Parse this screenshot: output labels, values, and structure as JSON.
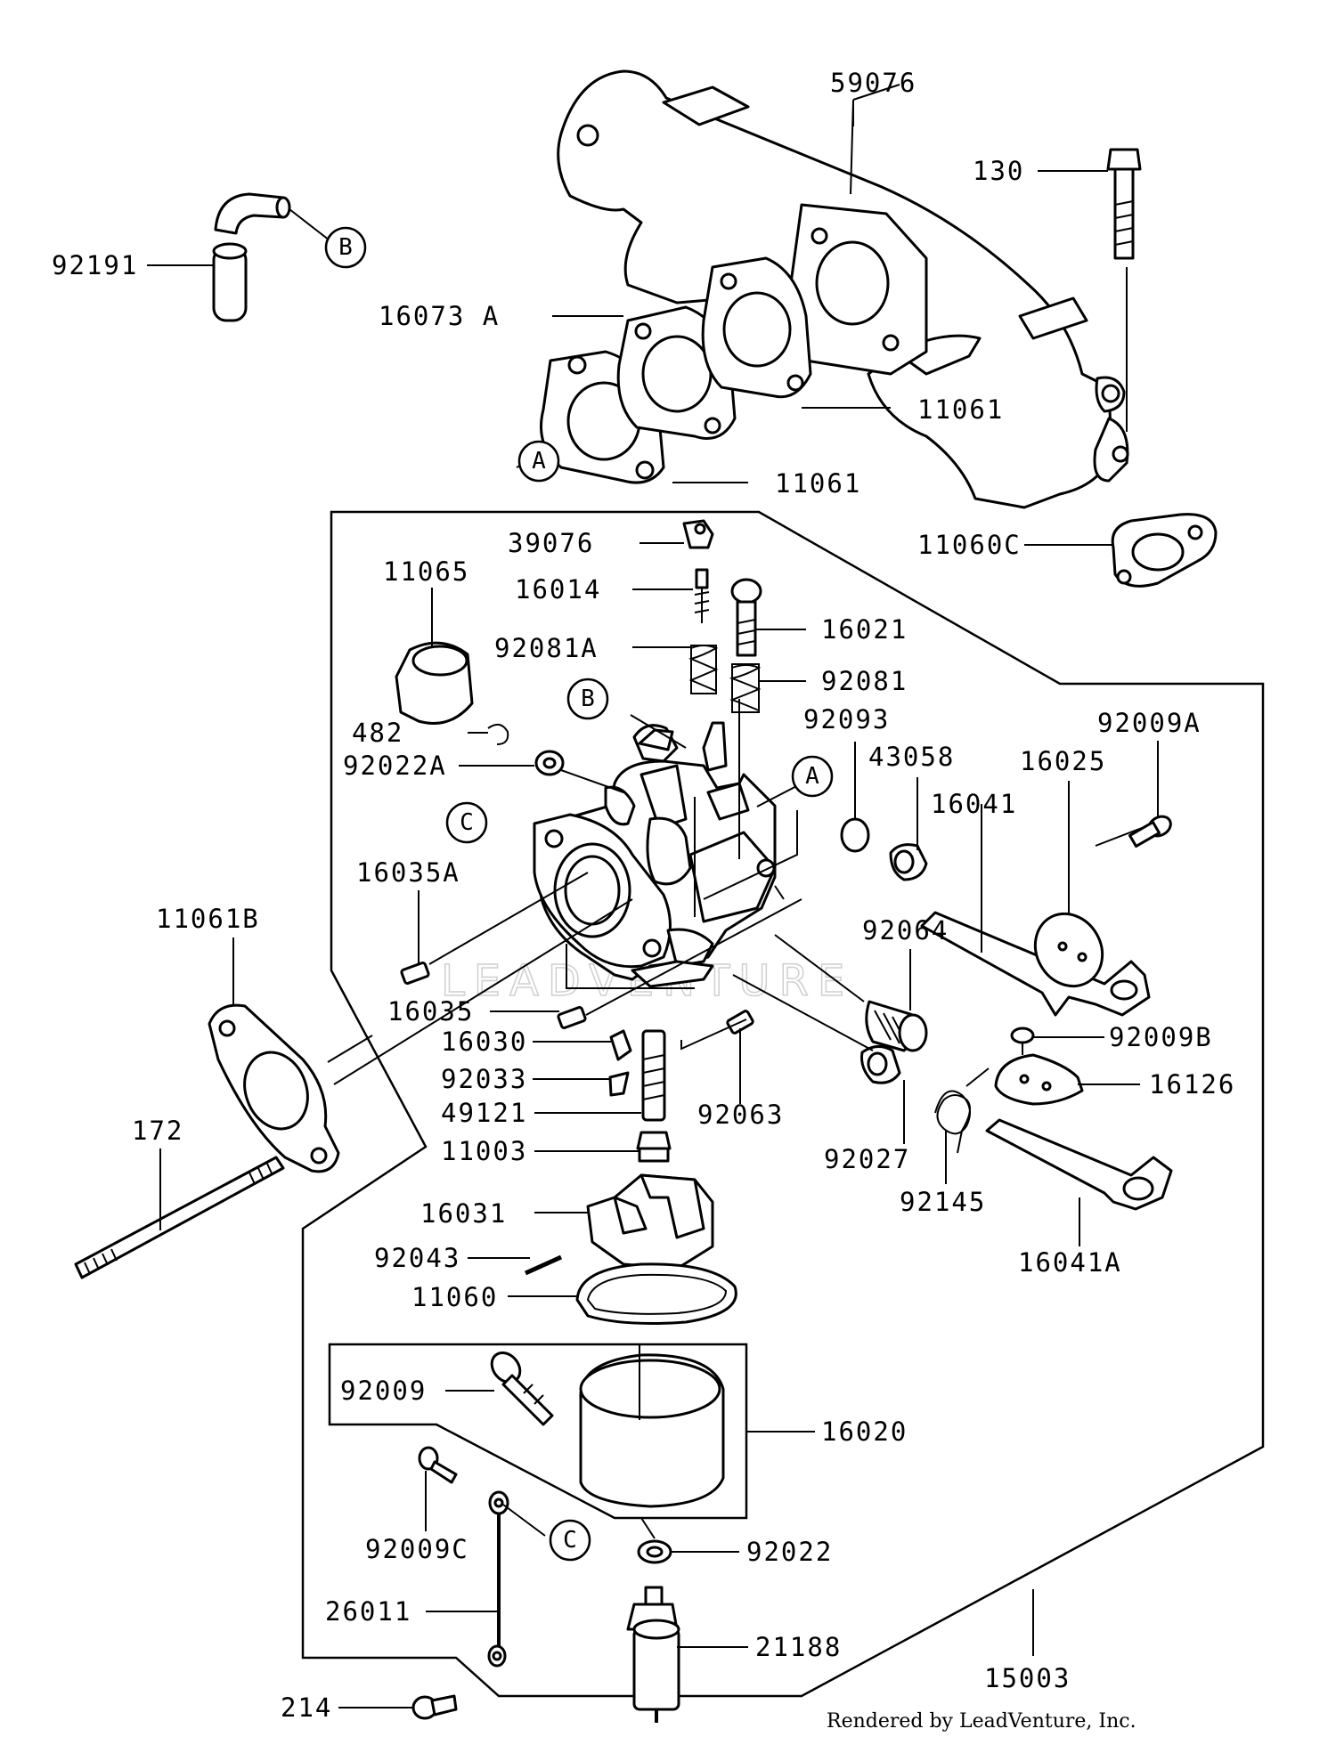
{
  "parts": [
    {
      "id": "p59076",
      "text": "59076"
    },
    {
      "id": "p130",
      "text": "130"
    },
    {
      "id": "p92191",
      "text": "92191"
    },
    {
      "id": "p16073a",
      "text": "16073 A"
    },
    {
      "id": "p11061a",
      "text": "11061"
    },
    {
      "id": "p11061b",
      "text": "11061"
    },
    {
      "id": "p11060c",
      "text": "11060C"
    },
    {
      "id": "p39076",
      "text": "39076"
    },
    {
      "id": "p11065",
      "text": "11065"
    },
    {
      "id": "p16014",
      "text": "16014"
    },
    {
      "id": "p16021",
      "text": "16021"
    },
    {
      "id": "p92081a",
      "text": "92081A"
    },
    {
      "id": "p92081",
      "text": "92081"
    },
    {
      "id": "p92093",
      "text": "92093"
    },
    {
      "id": "p92009a",
      "text": "92009A"
    },
    {
      "id": "p482",
      "text": "482"
    },
    {
      "id": "p43058",
      "text": "43058"
    },
    {
      "id": "p16025",
      "text": "16025"
    },
    {
      "id": "p92022a",
      "text": "92022A"
    },
    {
      "id": "p16041",
      "text": "16041"
    },
    {
      "id": "p16035a",
      "text": "16035A"
    },
    {
      "id": "p11061b2",
      "text": "11061B"
    },
    {
      "id": "p92064",
      "text": "92064"
    },
    {
      "id": "p16035",
      "text": "16035"
    },
    {
      "id": "p92009b",
      "text": "92009B"
    },
    {
      "id": "p16030",
      "text": "16030"
    },
    {
      "id": "p16126",
      "text": "16126"
    },
    {
      "id": "p92033",
      "text": "92033"
    },
    {
      "id": "p172",
      "text": "172"
    },
    {
      "id": "p49121",
      "text": "49121"
    },
    {
      "id": "p92063",
      "text": "92063"
    },
    {
      "id": "p11003",
      "text": "11003"
    },
    {
      "id": "p92027",
      "text": "92027"
    },
    {
      "id": "p92145",
      "text": "92145"
    },
    {
      "id": "p16031",
      "text": "16031"
    },
    {
      "id": "p16041a",
      "text": "16041A"
    },
    {
      "id": "p92043",
      "text": "92043"
    },
    {
      "id": "p11060",
      "text": "11060"
    },
    {
      "id": "p92009",
      "text": "92009"
    },
    {
      "id": "p16020",
      "text": "16020"
    },
    {
      "id": "p92009c",
      "text": "92009C"
    },
    {
      "id": "p92022",
      "text": "92022"
    },
    {
      "id": "p26011",
      "text": "26011"
    },
    {
      "id": "p21188",
      "text": "21188"
    },
    {
      "id": "p15003",
      "text": "15003"
    },
    {
      "id": "p214",
      "text": "214"
    }
  ],
  "callouts": [
    {
      "id": "cB1",
      "text": "B"
    },
    {
      "id": "cA1",
      "text": "A"
    },
    {
      "id": "cB2",
      "text": "B"
    },
    {
      "id": "cA2",
      "text": "A"
    },
    {
      "id": "cC1",
      "text": "C"
    },
    {
      "id": "cC2",
      "text": "C"
    }
  ],
  "watermark": "LEADVENTURE",
  "footer": "Rendered by LeadVenture, Inc."
}
